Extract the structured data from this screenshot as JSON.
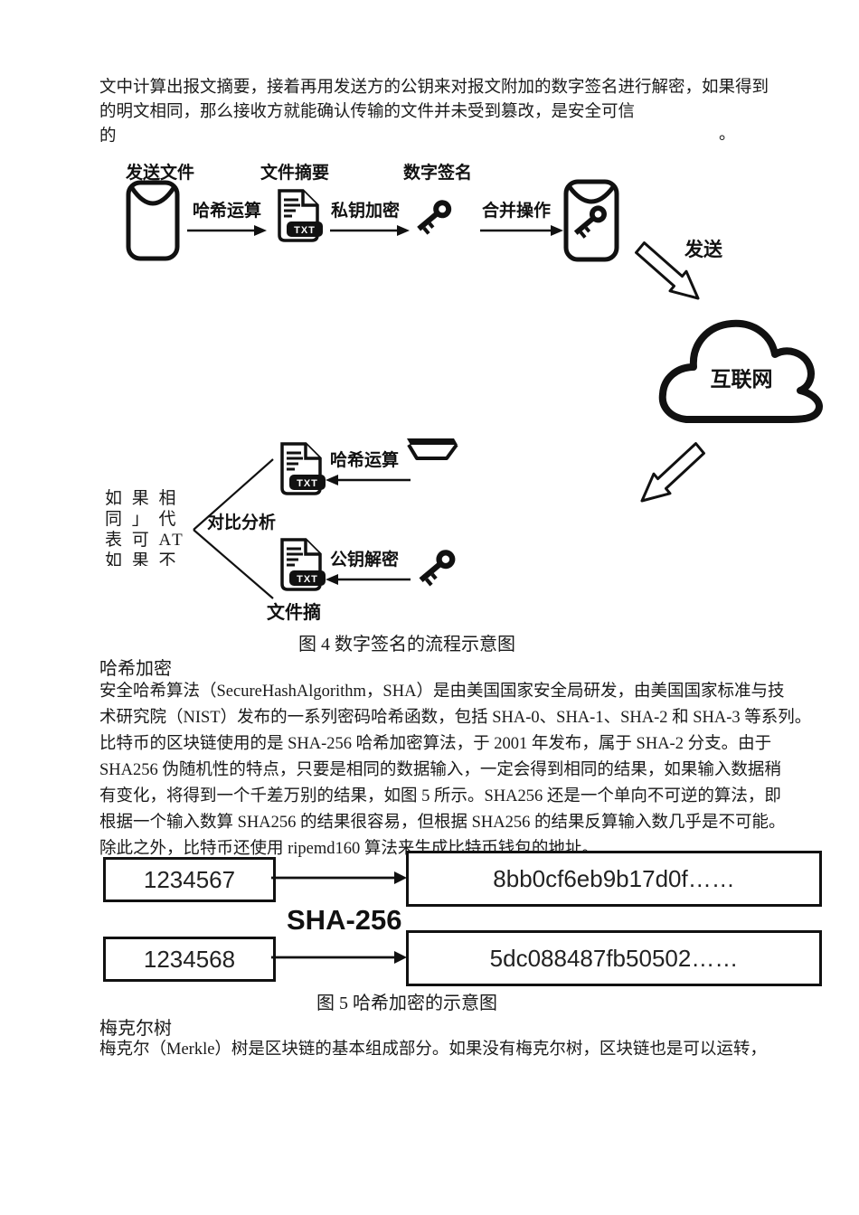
{
  "colors": {
    "ink": "#1a1a1a",
    "stroke": "#111111"
  },
  "para1": {
    "line1": "文中计算出报文摘要，接着再用发送方的公钥来对报文附加的数字签名进行解密，如果得到",
    "line2": "的明文相同，那么接收方就能确认传输的文件并未受到篡改，是安全可信",
    "line3": "的",
    "floating_period": "。"
  },
  "fig4": {
    "send_file_label": "发送文件",
    "hash_op_label": "哈希运算",
    "file_digest_label": "文件摘要",
    "private_key_label": "私钥加密",
    "digital_sig_label": "数字签名",
    "merge_label": "合并操作",
    "send_label": "发送",
    "internet_label": "互联网",
    "hash_op2_label": "哈希运算",
    "public_key_label": "公钥解密",
    "compare_label": "对比分析",
    "file_digest2_label": "文件摘",
    "txt_badge": "TXT",
    "compare_text": {
      "l1": "如 果 相",
      "l2": "同 」 代",
      "l3": "表 可 AT",
      "l4": "如 果 不"
    },
    "caption": "图 4 数字签名的流程示意图"
  },
  "hash_section": {
    "heading": "哈希加密",
    "lines": [
      "安全哈希算法（SecureHashAlgorithm，SHA）是由美国国家安全局研发，由美国国家标准与技",
      "术研究院（NIST）发布的一系列密码哈希函数，包括 SHA-0、SHA-1、SHA-2 和 SHA-3 等系列。",
      "比特币的区块链使用的是 SHA-256 哈希加密算法，于 2001 年发布，属于 SHA-2 分支。由于",
      "SHA256 伪随机性的特点，只要是相同的数据输入，一定会得到相同的结果，如果输入数据稍",
      "有变化，将得到一个千差万别的结果，如图 5 所示。SHA256 还是一个单向不可逆的算法，即",
      "根据一个输入数算 SHA256 的结果很容易，但根据 SHA256 的结果反算输入数几乎是不可能。",
      "除此之外，比特币还使用 ripemd160 算法来生成比特币钱包的地址。"
    ]
  },
  "fig5": {
    "input1": "1234567",
    "output1": "8bb0cf6eb9b17d0f……",
    "sha_label": "SHA-256",
    "input2": "1234568",
    "output2": "5dc088487fb50502……",
    "caption": "图 5 哈希加密的示意图"
  },
  "merkle_section": {
    "heading": "梅克尔树",
    "line1": "梅克尔（Merkle）树是区块链的基本组成部分。如果没有梅克尔树，区块链也是可以运转，"
  }
}
